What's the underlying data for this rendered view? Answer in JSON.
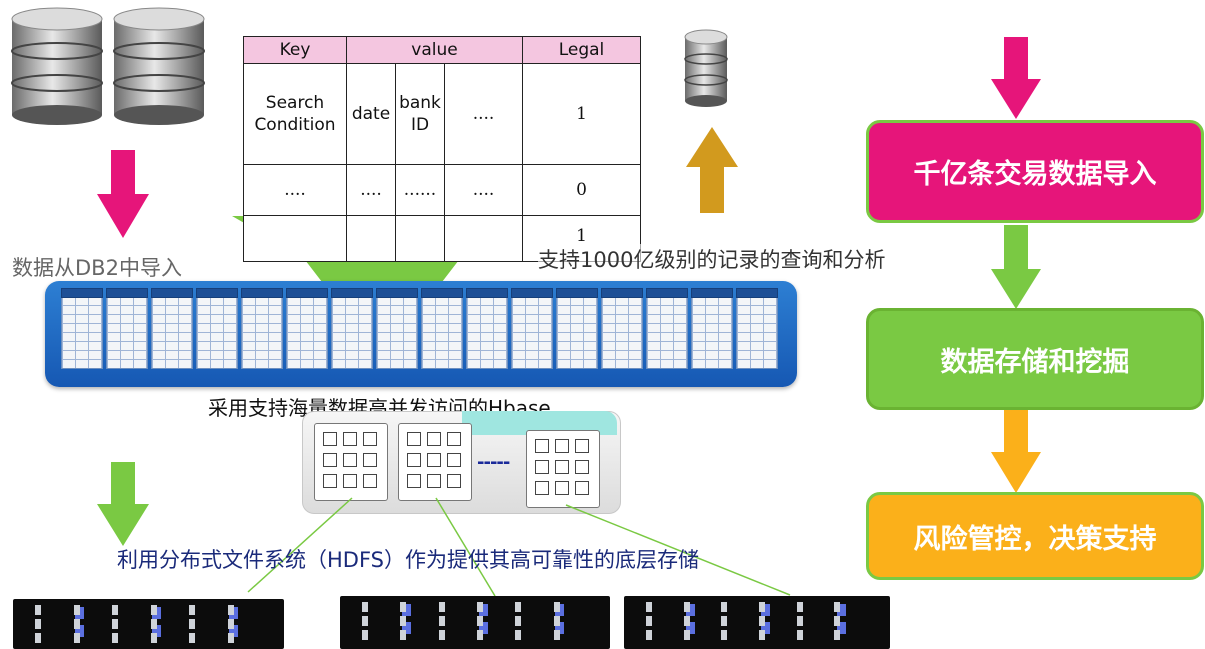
{
  "table": {
    "headers": [
      "Key",
      "value",
      "Legal"
    ],
    "rows": [
      [
        "Search Condition",
        "date",
        "bank ID",
        "....",
        "1"
      ],
      [
        "....",
        "....",
        "......",
        "....",
        "0"
      ],
      [
        "",
        "",
        "",
        "",
        "1"
      ]
    ]
  },
  "labels": {
    "db2_import": "数据从DB2中导入",
    "query_support": "支持1000亿级别的记录的查询和分析",
    "hbase": "采用支持海量数据高并发访问的Hbase",
    "hdfs": "利用分布式文件系统（HDFS）作为提供其高可靠性的底层存储",
    "ellipsis": "-----"
  },
  "flow": {
    "step1": "千亿条交易数据导入",
    "step2": "数据存储和挖掘",
    "step3": "风险管控，决策支持"
  },
  "colors": {
    "magenta": "#e6157a",
    "green": "#7ac943",
    "orange": "#fbb01a",
    "gold": "#d29a1e",
    "blue": "#1e63bf"
  }
}
